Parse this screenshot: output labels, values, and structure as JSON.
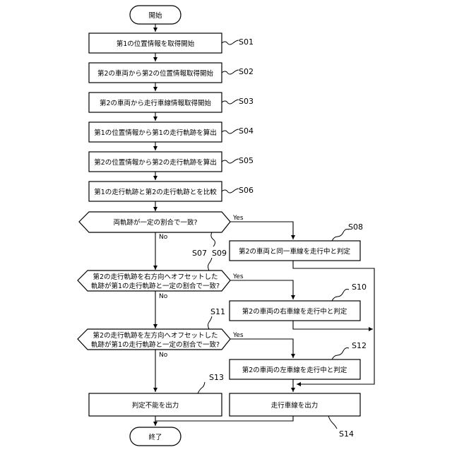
{
  "terminals": {
    "start": "開始",
    "end": "終了"
  },
  "process": {
    "s01": "第1の位置情報を取得開始",
    "s02": "第2の車両から第2の位置情報取得開始",
    "s03": "第2の車両から走行車線情報取得開始",
    "s04": "第1の位置情報から第1の走行軌跡を算出",
    "s05": "第2の位置情報から第2の走行軌跡を算出",
    "s06": "第1の走行軌跡と第2の走行軌跡とを比較",
    "s08": "第2の車両と同一車線を走行中と判定",
    "s10": "第2の車両の右車線を走行中と判定",
    "s12": "第2の車両の左車線を走行中と判定",
    "s13": "判定不能を出力",
    "s14": "走行車線を出力"
  },
  "decisions": {
    "s07": [
      "両軌跡が一定の割合で一致?"
    ],
    "s09": [
      "第2の走行軌跡を右方向へオフセットした",
      "軌跡が第1の走行軌跡と一定の割合で一致?"
    ],
    "s11": [
      "第2の走行軌跡を左方向へオフセットした",
      "軌跡が第1の走行軌跡と一定の割合で一致?"
    ]
  },
  "branch_labels": {
    "yes": "Yes",
    "no": "No"
  },
  "step_labels": {
    "s01": "S01",
    "s02": "S02",
    "s03": "S03",
    "s04": "S04",
    "s05": "S05",
    "s06": "S06",
    "s07": "S07",
    "s08": "S08",
    "s09": "S09",
    "s10": "S10",
    "s11": "S11",
    "s12": "S12",
    "s13": "S13",
    "s14": "S14"
  }
}
